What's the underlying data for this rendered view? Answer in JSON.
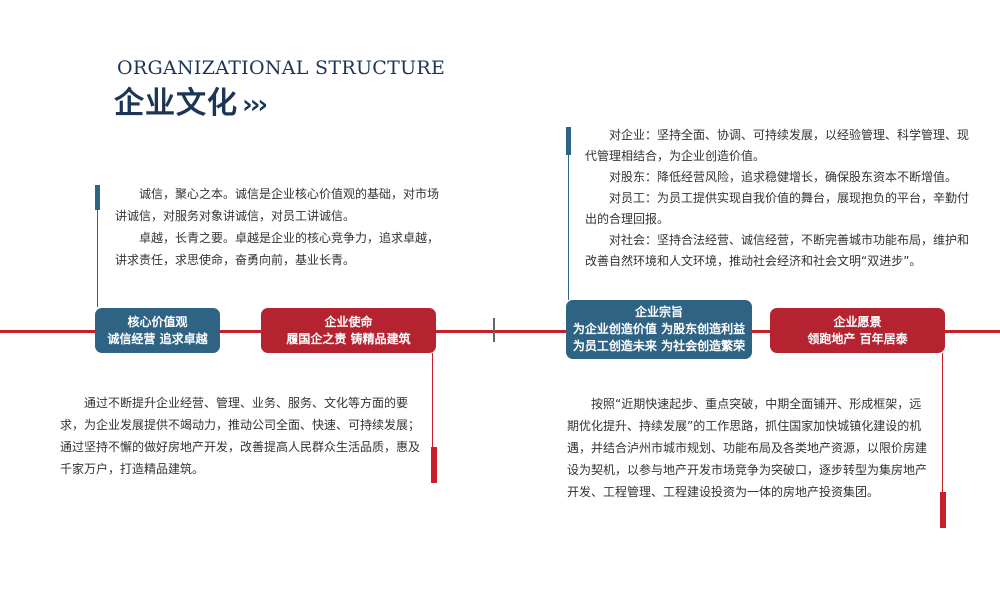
{
  "title": {
    "en": "ORGANIZATIONAL STRUCTURE",
    "cn": "企业文化",
    "chevrons": "›››"
  },
  "core_values": {
    "box": {
      "title": "核心价值观",
      "subtitle": "诚信经营 追求卓越"
    },
    "text": [
      "诚信，聚心之本。诚信是企业核心价值观的基础，对市场讲诚信，对服务对象讲诚信，对员工讲诚信。",
      "卓越，长青之要。卓越是企业的核心竞争力，追求卓越，讲求责任，求思使命，奋勇向前，基业长青。"
    ]
  },
  "mission": {
    "box": {
      "title": "企业使命",
      "subtitle": "履国企之责 铸精品建筑"
    },
    "text": "通过不断提升企业经营、管理、业务、服务、文化等方面的要求，为企业发展提供不竭动力，推动公司全面、快速、可持续发展；通过坚持不懈的做好房地产开发，改善提高人民群众生活品质，惠及千家万户，打造精品建筑。"
  },
  "purpose": {
    "box": {
      "title": "企业宗旨",
      "line1": "为企业创造价值 为股东创造利益",
      "line2": "为员工创造未来 为社会创造繁荣"
    },
    "text": [
      "对企业：坚持全面、协调、可持续发展，以经验管理、科学管理、现代管理相结合，为企业创造价值。",
      "对股东：降低经营风险，追求稳健增长，确保股东资本不断增值。",
      "对员工：为员工提供实现自我价值的舞台，展现抱负的平台，辛勤付出的合理回报。",
      "对社会：坚持合法经营、诚信经营，不断完善城市功能布局，维护和改善自然环境和人文环境，推动社会经济和社会文明“双进步”。"
    ]
  },
  "vision": {
    "box": {
      "title": "企业愿景",
      "subtitle": "领跑地产 百年居泰"
    },
    "text": "按照“近期快速起步、重点突破，中期全面铺开、形成框架，远期优化提升、持续发展”的工作思路，抓住国家加快城镇化建设的机遇，并结合泸州市城市规划、功能布局及各类地产资源，以限价房建设为契机，以参与地产开发市场竞争为突破口，逐步转型为集房地产开发、工程管理、工程建设投资为一体的房地产投资集团。"
  },
  "colors": {
    "navy": "#1c3557",
    "blue_box": "#2e6384",
    "red": "#c8202b",
    "red_box": "#b52330"
  }
}
